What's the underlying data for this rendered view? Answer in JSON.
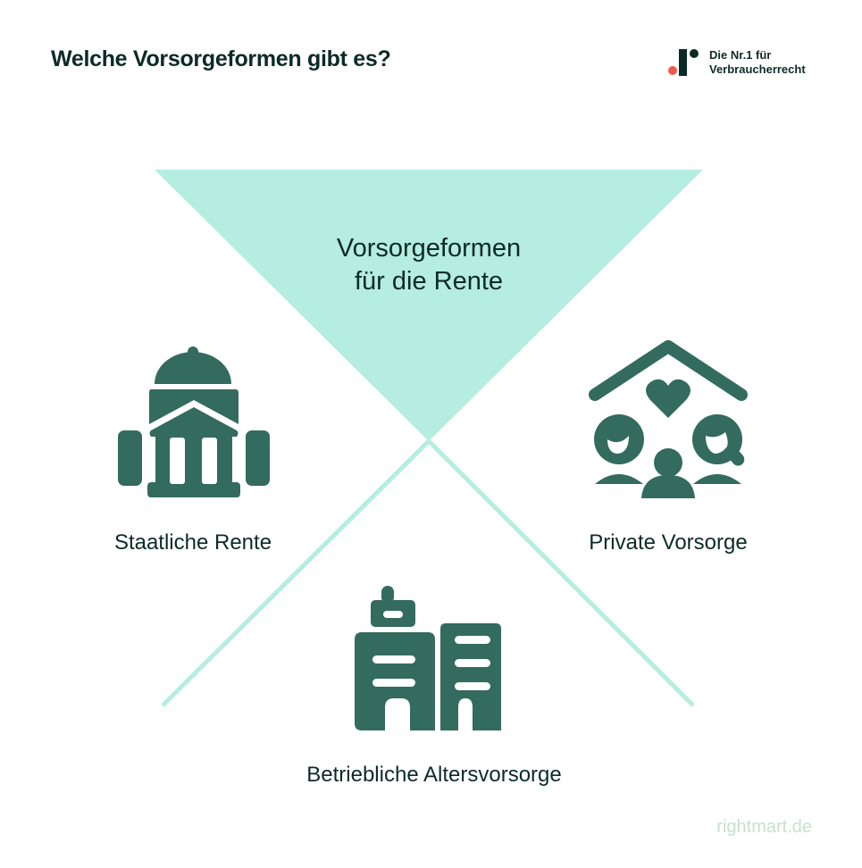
{
  "header": {
    "title": "Welche Vorsorgeformen gibt es?",
    "logo": {
      "line1": "Die Nr.1 für",
      "line2": "Verbraucherrecht",
      "icon": "rightmart-logo-icon"
    }
  },
  "diagram": {
    "center": {
      "line1": "Vorsorgeformen",
      "line2": "für die Rente"
    },
    "items": [
      {
        "label": "Staatliche Rente",
        "icon": "government-building-icon"
      },
      {
        "label": "Private Vorsorge",
        "icon": "family-house-icon"
      },
      {
        "label": "Betriebliche Altersvorsorge",
        "icon": "office-buildings-icon"
      }
    ]
  },
  "footer": {
    "site": "rightmart.de"
  },
  "colors": {
    "primary_dark": "#0d2b26",
    "icon_green": "#336b5f",
    "mint": "#b5ede0",
    "logo_red": "#f15a4a",
    "footer_text": "#c9e0cf"
  }
}
